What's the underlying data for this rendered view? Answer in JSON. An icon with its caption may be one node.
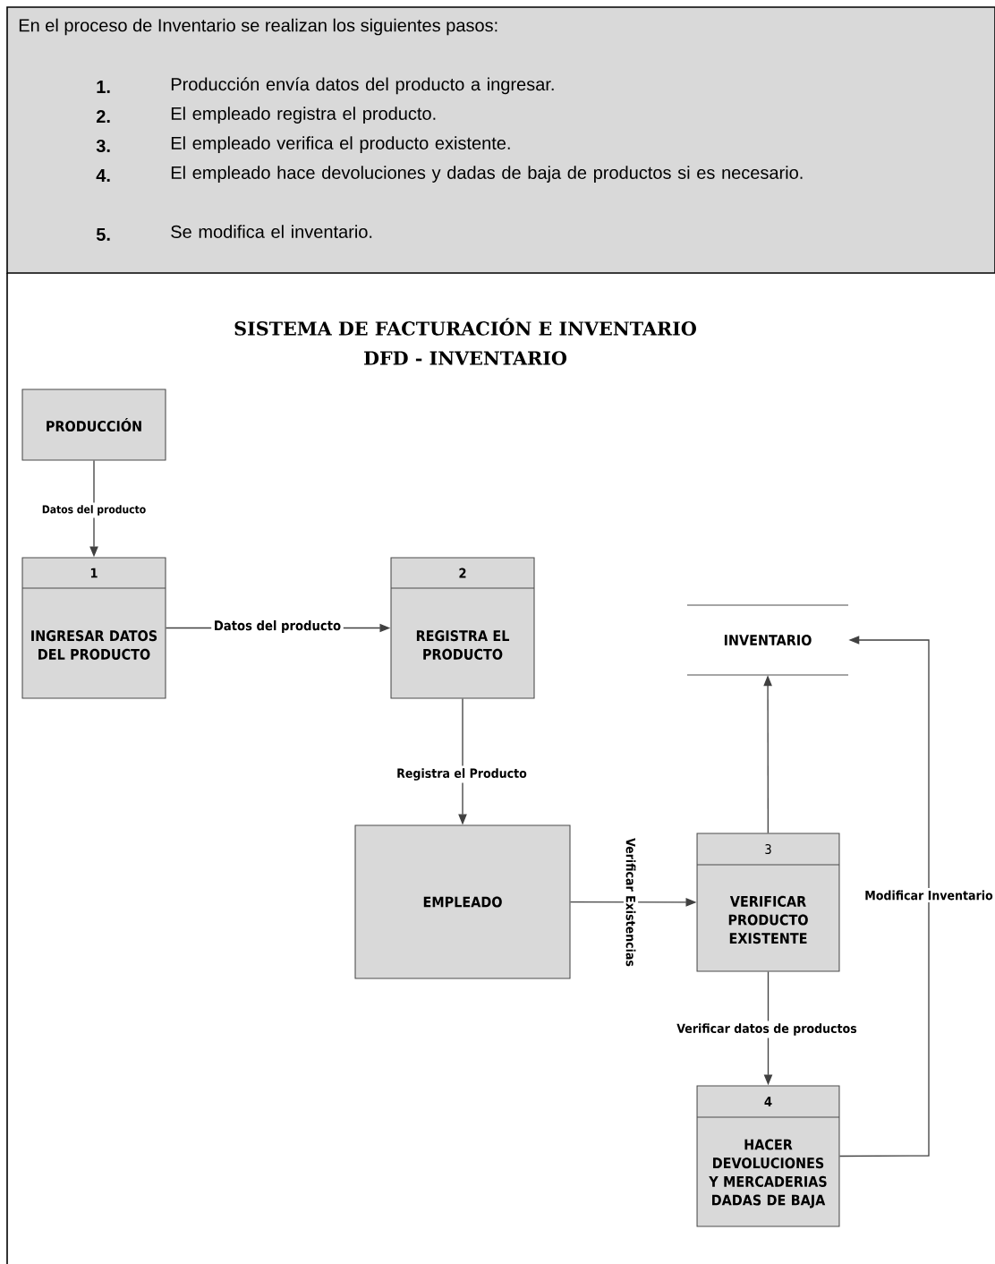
{
  "diagram": {
    "title": "SISTEMA DE FACTURACIÓN E INVENTARIO",
    "nodes": [
      {
        "text": [
          "PRODUCCIÓN"
        ]
      },
      {
        "text": [
          "1",
          "INGRESAR DATOS DEL PRODUCTO"
        ]
      },
      {
        "text": [
          "2",
          "REGISTRA EL PRODUCTO"
        ]
      },
      {
        "text": [
          "INVENTARIO"
        ]
      },
      {
        "text": [
          "EMPLEADO"
        ]
      },
      {
        "text": [
          "3",
          "VERIFICAR PRODUCTO EXISTENTE"
        ]
      },
      {
        "text": [
          "4",
          "HACER DEVOLUCIONES Y MERCADERIAS DADAS DE BAJA"
        ]
      }
    ],
    "edges": [
      {
        "from": 0,
        "to": 1,
        "arrow": "to",
        "label": "Datos del producto"
      },
      {
        "from": 1,
        "to": 2,
        "arrow": "to",
        "label": "Datos del producto"
      },
      {
        "from": 2,
        "to": 4,
        "arrow": "to",
        "label": "Registra el Producto"
      },
      {
        "from": 4,
        "to": 5,
        "arrow": "to",
        "label": "Verificar  Existencias"
      },
      {
        "from": 5,
        "to": 3,
        "arrow": "to"
      },
      {
        "from": 5,
        "to": 6,
        "arrow": "to",
        "label": "Verificar datos de productos"
      },
      {
        "from": 6,
        "to": 3,
        "arrow": "to",
        "label": "Modificar Inventario"
      }
    ],
    "labels": [
      "En el proceso de Inventario se realizan los siguientes pasos:",
      "1.",
      "Producción envía datos del producto a ingresar.",
      "2.",
      "El empleado registra el producto.",
      "3.",
      "El empleado verifica el producto existente.",
      "4.",
      "El empleado hace devoluciones y dadas de baja de productos si es necesario.",
      "5.",
      "Se modifica el inventario.",
      "DFD - INVENTARIO"
    ]
  }
}
